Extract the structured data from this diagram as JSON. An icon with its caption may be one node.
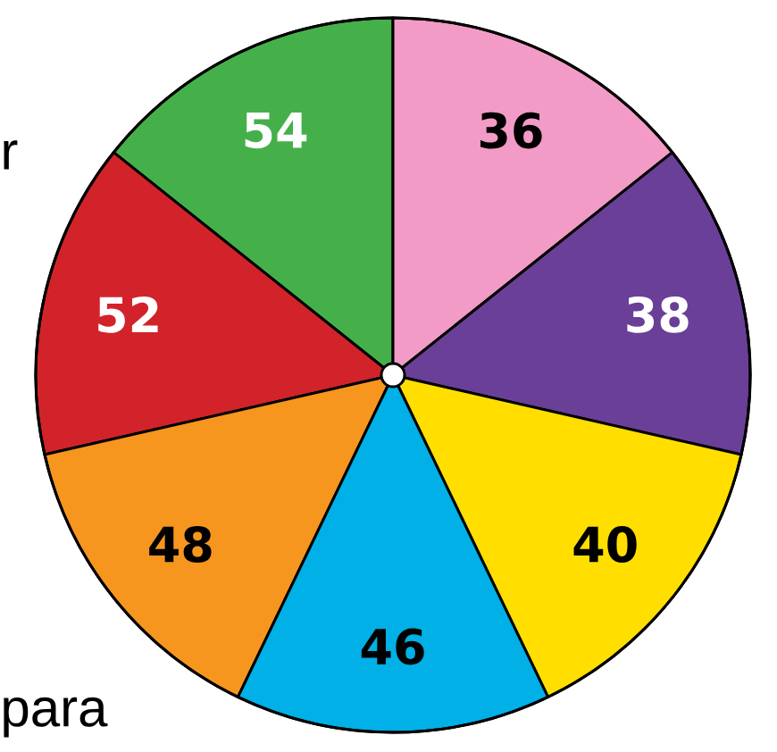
{
  "diagram": {
    "nodes": [
      {
        "text": [
          "54"
        ]
      },
      {
        "text": [
          "36"
        ]
      },
      {
        "text": [
          "52"
        ]
      },
      {
        "text": [
          "38"
        ]
      },
      {
        "text": [
          "48"
        ]
      },
      {
        "text": [
          "40"
        ]
      },
      {
        "text": [
          "46"
        ]
      }
    ],
    "labels": [
      "r",
      "para"
    ]
  }
}
